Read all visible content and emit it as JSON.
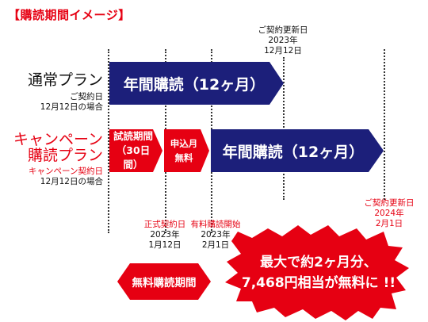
{
  "title": "【購読期間イメージ】",
  "colors": {
    "navy": "#1c1f7a",
    "red": "#e60012",
    "text": "#111111"
  },
  "regular_plan": {
    "name": "通常プラン",
    "sub_line1": "ご契約日",
    "sub_line2": "12月12日の場合",
    "bar_label": "年間購読（12ヶ月）"
  },
  "campaign_plan": {
    "name_line1": "キャンペーン",
    "name_line2": "購読プラン",
    "sub_line1": "キャンペーン契約日",
    "sub_line2": "12月12日の場合",
    "trial_line1": "試読期間",
    "trial_line2": "（30日間）",
    "apply_line1": "申込月",
    "apply_line2": "無料",
    "bar_label": "年間購読（12ヶ月）"
  },
  "renewal_regular": {
    "line1": "ご契約更新日",
    "line2": "2023年",
    "line3": "12月12日"
  },
  "renewal_campaign": {
    "line1": "ご契約更新日",
    "line2": "2024年",
    "line3": "2月1日"
  },
  "formal_contract": {
    "line1": "正式契約日",
    "line2": "2023年",
    "line3": "1月12日"
  },
  "paid_start": {
    "line1": "有料購読開始",
    "line2": "2023年",
    "line3": "2月1日"
  },
  "free_period_label": "無料購読期間",
  "burst": {
    "line1": "最大で約2ヶ月分、",
    "line2": "7,468円相当が無料に !!"
  }
}
